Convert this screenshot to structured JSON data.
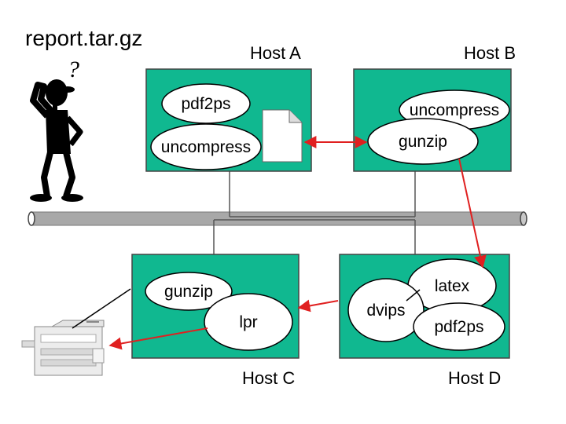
{
  "title": "report.tar.gz",
  "question_mark": "?",
  "hosts": {
    "a": {
      "label": "Host A",
      "processes": [
        "pdf2ps",
        "uncompress"
      ]
    },
    "b": {
      "label": "Host B",
      "processes": [
        "uncompress",
        "gunzip"
      ]
    },
    "c": {
      "label": "Host C",
      "processes": [
        "gunzip",
        "lpr"
      ]
    },
    "d": {
      "label": "Host D",
      "processes": [
        "latex",
        "dvips",
        "pdf2ps"
      ]
    }
  },
  "colors": {
    "host_fill": "#10b890",
    "bubble_fill": "#ffffff",
    "arrow": "#e02020",
    "bus": "#a8a8a8"
  },
  "icons": [
    "confused-person-icon",
    "document-icon",
    "printer-icon",
    "network-bus-icon"
  ]
}
